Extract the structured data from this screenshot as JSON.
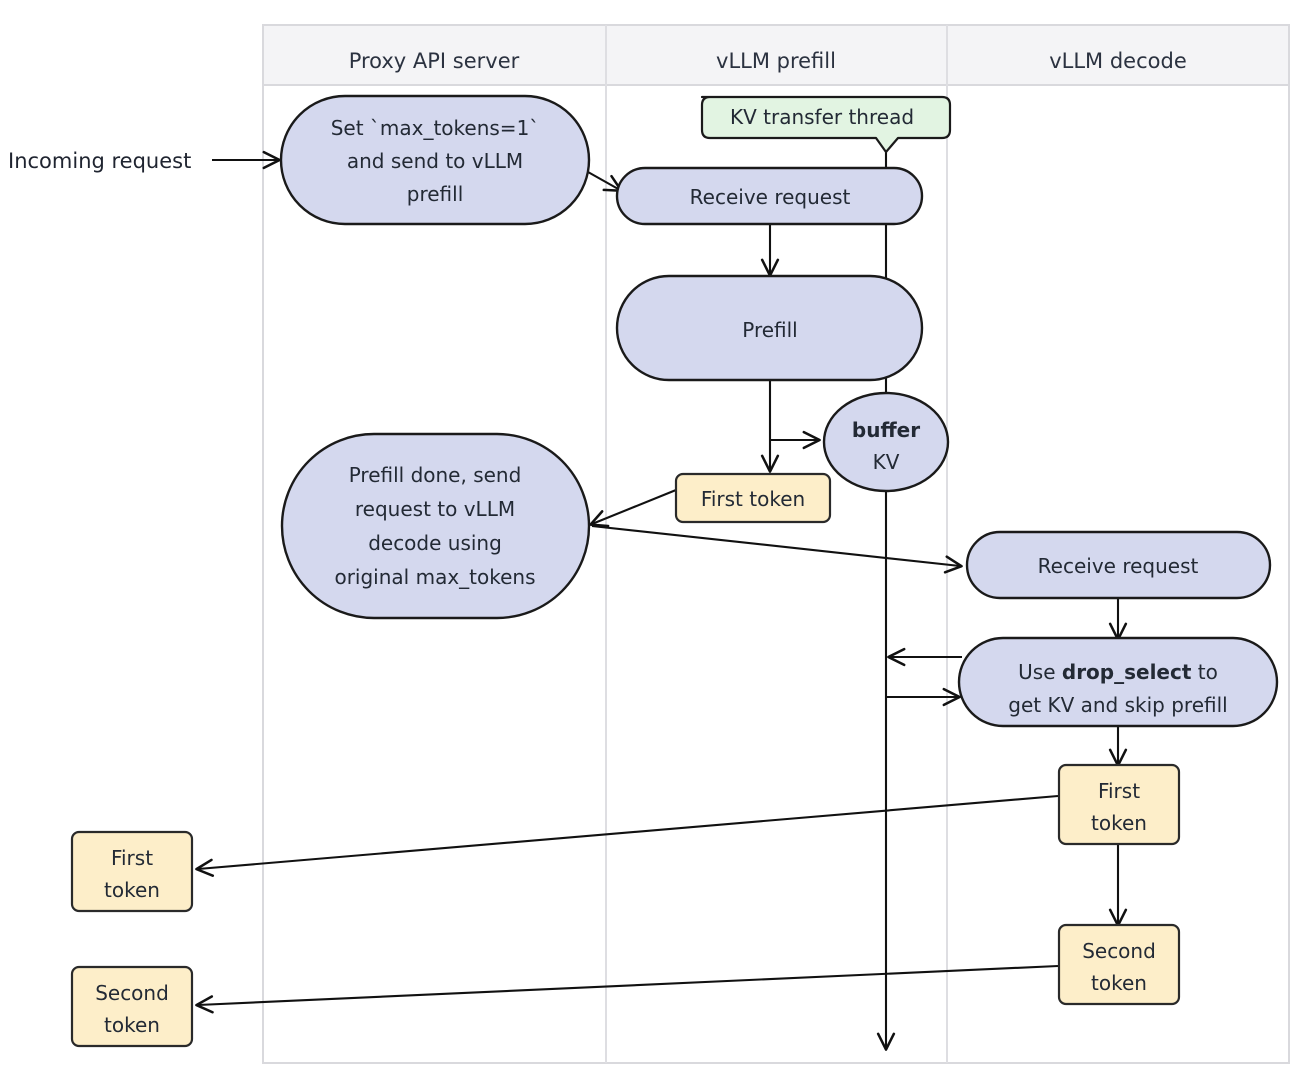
{
  "diagram": {
    "title_present": false,
    "colors": {
      "lane_header_bg": "#f4f4f6",
      "lane_border": "#d9d9dd",
      "process_fill": "#d4d8ee",
      "process_stroke": "#1a1a1a",
      "note_fill": "#e2f4e2",
      "note_stroke": "#1a1a1a",
      "token_fill": "#fdeec9",
      "token_stroke": "#2a2a2a",
      "arrow": "#111111",
      "text": "#232a35"
    },
    "lanes": [
      {
        "id": "proxy",
        "label": "Proxy API server"
      },
      {
        "id": "prefill",
        "label": "vLLM prefill"
      },
      {
        "id": "decode",
        "label": "vLLM decode"
      }
    ],
    "external_labels": [
      {
        "id": "incoming-request",
        "text": "Incoming request"
      }
    ],
    "notes": [
      {
        "id": "kv-transfer-thread",
        "text": "KV transfer thread",
        "lane": "prefill"
      }
    ],
    "nodes": [
      {
        "id": "set-max-tokens",
        "lane": "proxy",
        "shape": "stadium",
        "lines": [
          "Set `max_tokens=1`",
          "and send to vLLM",
          "prefill"
        ]
      },
      {
        "id": "prefill-receive-request",
        "lane": "prefill",
        "shape": "stadium",
        "lines": [
          "Receive request"
        ]
      },
      {
        "id": "prefill",
        "lane": "prefill",
        "shape": "stadium",
        "lines": [
          "Prefill"
        ]
      },
      {
        "id": "buffer-kv",
        "lane": "prefill",
        "shape": "ellipse",
        "lines": [
          "buffer",
          "KV"
        ],
        "bold_lines": [
          "buffer"
        ]
      },
      {
        "id": "prefill-first-token",
        "lane": "prefill",
        "shape": "rect",
        "kind": "token",
        "lines": [
          "First token"
        ]
      },
      {
        "id": "prefill-done",
        "lane": "proxy",
        "shape": "stadium",
        "lines": [
          "Prefill done, send",
          "request to vLLM",
          "decode using",
          "original max_tokens"
        ]
      },
      {
        "id": "decode-receive-request",
        "lane": "decode",
        "shape": "stadium",
        "lines": [
          "Receive request"
        ]
      },
      {
        "id": "drop-select",
        "lane": "decode",
        "shape": "stadium",
        "lines": [
          "Use drop_select to",
          "get KV and skip prefill"
        ],
        "bold_words": [
          "drop_select"
        ]
      },
      {
        "id": "decode-first-token",
        "lane": "decode",
        "shape": "rect",
        "kind": "token",
        "lines": [
          "First",
          "token"
        ]
      },
      {
        "id": "decode-second-token",
        "lane": "decode",
        "shape": "rect",
        "kind": "token",
        "lines": [
          "Second",
          "token"
        ]
      },
      {
        "id": "proxy-first-token",
        "lane": "proxy-out",
        "shape": "rect",
        "kind": "token",
        "lines": [
          "First",
          "token"
        ]
      },
      {
        "id": "proxy-second-token",
        "lane": "proxy-out",
        "shape": "rect",
        "kind": "token",
        "lines": [
          "Second",
          "token"
        ]
      }
    ],
    "edges": [
      {
        "id": "e-incoming",
        "from": "incoming-request",
        "to": "set-max-tokens"
      },
      {
        "id": "e-set-to-receive",
        "from": "set-max-tokens",
        "to": "prefill-receive-request"
      },
      {
        "id": "e-receive-prefill",
        "from": "prefill-receive-request",
        "to": "prefill"
      },
      {
        "id": "e-prefill-token",
        "from": "prefill",
        "to": "prefill-first-token"
      },
      {
        "id": "e-prefill-buffer",
        "from": "prefill",
        "to": "buffer-kv"
      },
      {
        "id": "e-token-proxy",
        "from": "prefill-first-token",
        "to": "prefill-done"
      },
      {
        "id": "e-proxy-decode",
        "from": "prefill-done",
        "to": "decode-receive-request"
      },
      {
        "id": "e-decode-drop",
        "from": "decode-receive-request",
        "to": "drop-select"
      },
      {
        "id": "e-drop-to-thread",
        "from": "drop-select",
        "to": "kv-transfer-thread"
      },
      {
        "id": "e-thread-to-drop",
        "from": "kv-transfer-thread",
        "to": "drop-select"
      },
      {
        "id": "e-drop-first",
        "from": "drop-select",
        "to": "decode-first-token"
      },
      {
        "id": "e-first-second",
        "from": "decode-first-token",
        "to": "decode-second-token"
      },
      {
        "id": "e-first-out",
        "from": "decode-first-token",
        "to": "proxy-first-token"
      },
      {
        "id": "e-second-out",
        "from": "decode-second-token",
        "to": "proxy-second-token"
      },
      {
        "id": "e-thread-tail",
        "from": "kv-transfer-thread",
        "to": "end"
      }
    ]
  }
}
